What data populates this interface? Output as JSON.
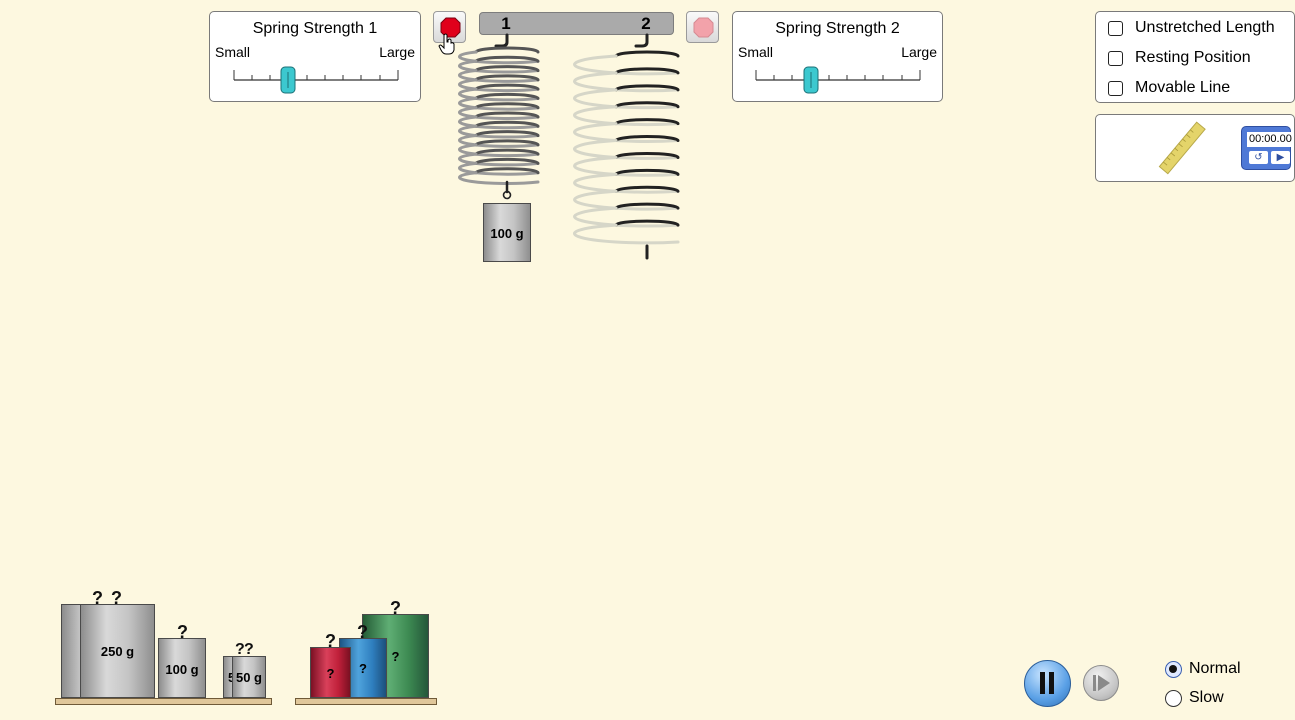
{
  "spring_panel_1": {
    "title": "Spring Strength 1",
    "min_label": "Small",
    "max_label": "Large",
    "value": 0.33
  },
  "spring_panel_2": {
    "title": "Spring Strength 2",
    "min_label": "Small",
    "max_label": "Large",
    "value": 0.33
  },
  "hanger": {
    "label_1": "1",
    "label_2": "2"
  },
  "hanging_mass": {
    "label": "100 g"
  },
  "options": {
    "unstretched_length": "Unstretched Length",
    "resting_position": "Resting Position",
    "movable_line": "Movable Line"
  },
  "tools": {
    "timer_readout": "00:00.00"
  },
  "speed": {
    "normal": "Normal",
    "slow": "Slow",
    "selected": "Normal"
  },
  "masses": {
    "m250": "250 g",
    "m100": "100 g",
    "m50a": "50 g",
    "m50b": "50 g",
    "unknown": "?",
    "unknown_hook": "?"
  },
  "colors": {
    "background": "#fdf8e0",
    "stop_active": "#e0001b",
    "stop_inactive": "#f2a2aa",
    "slider_thumb": "#3cc8cf",
    "mystery_red": "#c0203a",
    "mystery_blue": "#2f7fbf",
    "mystery_green": "#3d8a52",
    "play_button": "#5aa0e6"
  }
}
